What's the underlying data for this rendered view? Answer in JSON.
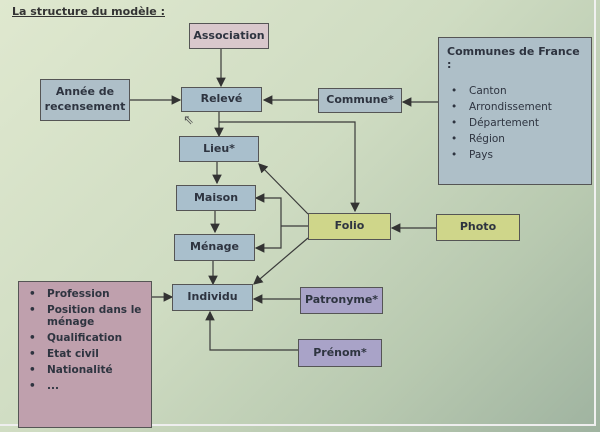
{
  "title": "La structure du modèle :",
  "nodes": {
    "association": "Association",
    "annee": "Année de recensement",
    "releve": "Relevé",
    "commune": "Commune*",
    "lieu": "Lieu*",
    "maison": "Maison",
    "menage": "Ménage",
    "individu": "Individu",
    "folio": "Folio",
    "photo": "Photo",
    "patronyme": "Patronyme*",
    "prenom": "Prénom*"
  },
  "communes_panel": {
    "heading": "Communes de France :",
    "items": [
      "Canton",
      "Arrondissement",
      "Département",
      "Région",
      "Pays"
    ]
  },
  "individu_panel": {
    "items": [
      "Profession",
      "Position dans le ménage",
      "Qualification",
      "Etat civil",
      "Nationalité",
      "..."
    ]
  }
}
